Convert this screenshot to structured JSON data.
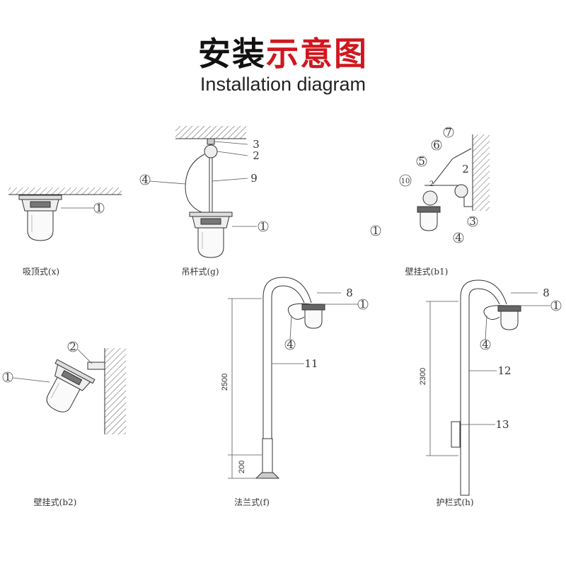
{
  "title": {
    "part1": "安装",
    "part2": "示意图",
    "accent": "#d0171f"
  },
  "subtitle": "Installation diagram",
  "captions": {
    "x": "吸顶式(x)",
    "g": "吊杆式(g)",
    "b1": "壁挂式(b1)",
    "b2": "壁挂式(b2)",
    "f": "法兰式(f)",
    "h": "护栏式(h)"
  },
  "dimensions": {
    "f_height": "2500",
    "f_base": "200",
    "h_height": "2300"
  },
  "callouts": {
    "x": [
      "1"
    ],
    "g": [
      "3",
      "2",
      "4",
      "9",
      "1"
    ],
    "b1": [
      "7",
      "6",
      "5",
      "10",
      "2",
      "1",
      "3",
      "4",
      "2"
    ],
    "b2": [
      "2",
      "1"
    ],
    "f": [
      "8",
      "1",
      "4",
      "11"
    ],
    "h": [
      "8",
      "1",
      "4",
      "12",
      "13"
    ]
  }
}
